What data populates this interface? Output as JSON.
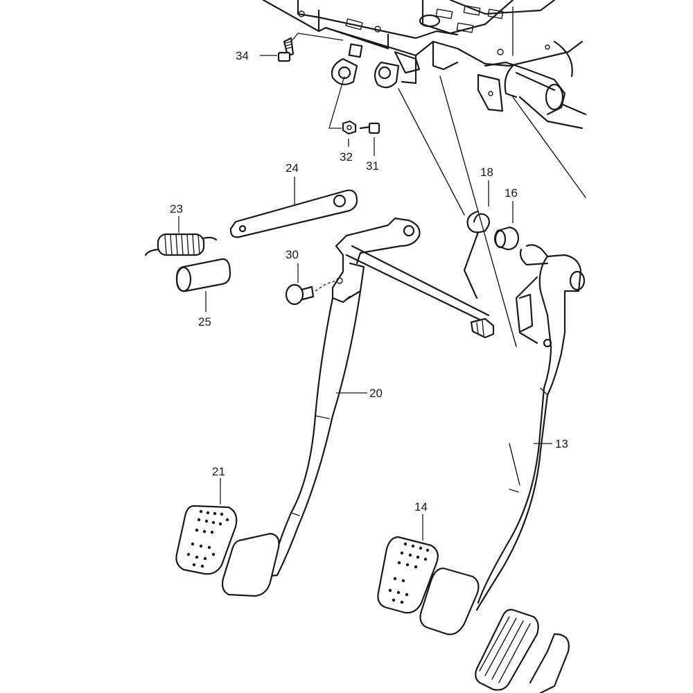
{
  "callouts": {
    "c34": "34",
    "c32": "32",
    "c31": "31",
    "c24": "24",
    "c18": "18",
    "c16": "16",
    "c23": "23",
    "c30": "30",
    "c25": "25",
    "c20": "20",
    "c13": "13",
    "c21": "21",
    "c14": "14"
  },
  "colors": {
    "line": "#1a1a1a",
    "background": "#ffffff"
  }
}
